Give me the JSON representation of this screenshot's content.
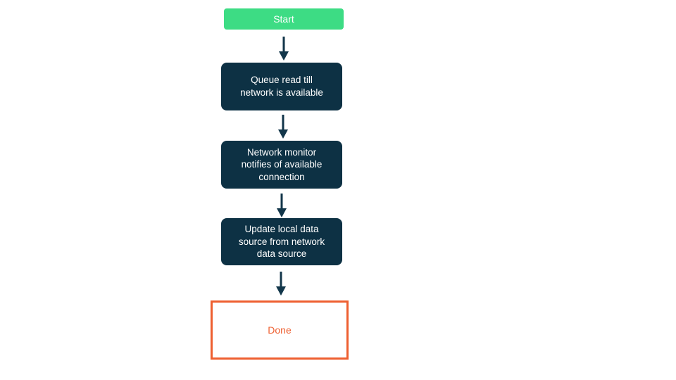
{
  "diagram": {
    "type": "flowchart",
    "direction": "top-down",
    "nodes": [
      {
        "id": "start",
        "kind": "start",
        "label": "Start",
        "fill": "#3ddc84",
        "text_color": "#ffffff"
      },
      {
        "id": "queue-read",
        "kind": "process",
        "label": "Queue read till\nnetwork is available",
        "fill": "#0d3144",
        "text_color": "#ffffff"
      },
      {
        "id": "network-monitor",
        "kind": "process",
        "label": "Network monitor\nnotifies of available\nconnection",
        "fill": "#0d3144",
        "text_color": "#ffffff"
      },
      {
        "id": "update-local",
        "kind": "process",
        "label": "Update local data\nsource from network\ndata source",
        "fill": "#0d3144",
        "text_color": "#ffffff"
      },
      {
        "id": "done",
        "kind": "end",
        "label": "Done",
        "fill": "#ffffff",
        "border_color": "#ee5f30",
        "text_color": "#ee5f30"
      }
    ],
    "edges": [
      {
        "from": "start",
        "to": "queue-read"
      },
      {
        "from": "queue-read",
        "to": "network-monitor"
      },
      {
        "from": "network-monitor",
        "to": "update-local"
      },
      {
        "from": "update-local",
        "to": "done"
      }
    ],
    "colors": {
      "start_green": "#3ddc84",
      "process_navy": "#0d3144",
      "done_orange": "#ee5f30",
      "arrow": "#12364a",
      "background": "#ffffff"
    }
  }
}
